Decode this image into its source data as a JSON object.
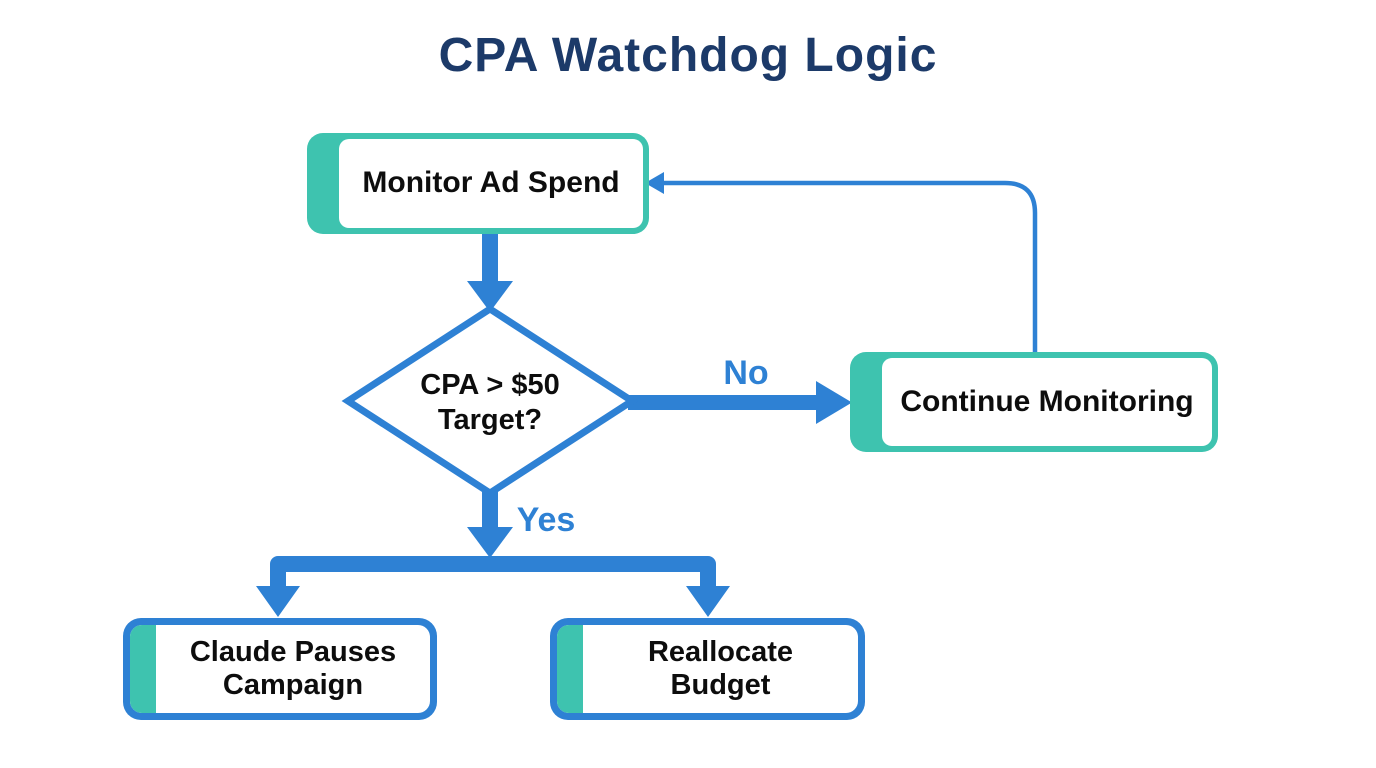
{
  "title": "CPA Watchdog Logic",
  "colors": {
    "teal_accent": "#3EC3AF",
    "blue_connector": "#2E81D4",
    "title_navy": "#1C3A69",
    "label_text": "#0D0D0D",
    "background": "#FFFFFF"
  },
  "nodes": {
    "monitor": {
      "label": "Monitor Ad Spend"
    },
    "decision": {
      "label": "CPA > $50\nTarget?"
    },
    "continue": {
      "label": "Continue Monitoring"
    },
    "pause": {
      "label": "Claude Pauses\nCampaign"
    },
    "reallocate": {
      "label": "Reallocate\nBudget"
    }
  },
  "edges": {
    "no_label": "No",
    "yes_label": "Yes"
  }
}
